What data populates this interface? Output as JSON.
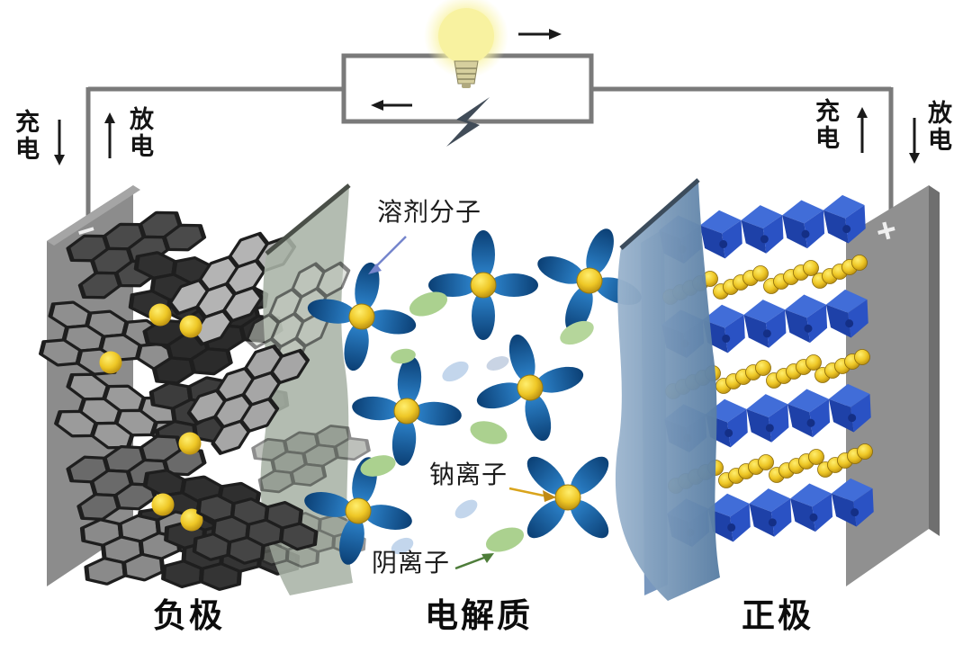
{
  "circuit": {
    "left": {
      "charge": "充\n电",
      "discharge": "放\n电"
    },
    "right": {
      "charge": "充\n电",
      "discharge": "放\n电"
    }
  },
  "electrodes": {
    "negative": {
      "label": "负极",
      "terminal_sign": "−"
    },
    "positive": {
      "label": "正极",
      "terminal_sign": "+"
    },
    "electrolyte_label": "电解质"
  },
  "annotations": {
    "solvent_molecule": "溶剂分子",
    "sodium_ion": "钠离子",
    "anion": "阴离子"
  },
  "icons": {
    "bulb": "light-bulb",
    "bolt": "lightning-bolt",
    "current_top": "arrow-right",
    "current_bottom": "arrow-left",
    "left_charge_arrow": "arrow-down",
    "left_discharge_arrow": "arrow-up",
    "right_charge_arrow": "arrow-up",
    "right_discharge_arrow": "arrow-down"
  },
  "colors": {
    "wire": "#7a7a7a",
    "glow": "#f8f2a0",
    "plate_gray": "#8f8f8f",
    "graphite_dark": "#2f2f2f",
    "separator_left": "#a9b3a6",
    "separator_right": "#7d9cbc",
    "cathode_blue": "#2450b8",
    "sodium_yellow": "#e8c125",
    "petal_blue_inner": "#2e86cf",
    "petal_blue_outer": "#0b3f74",
    "anion_green": "#abd18f",
    "free_solvent_pale": "#c3d6ec"
  }
}
